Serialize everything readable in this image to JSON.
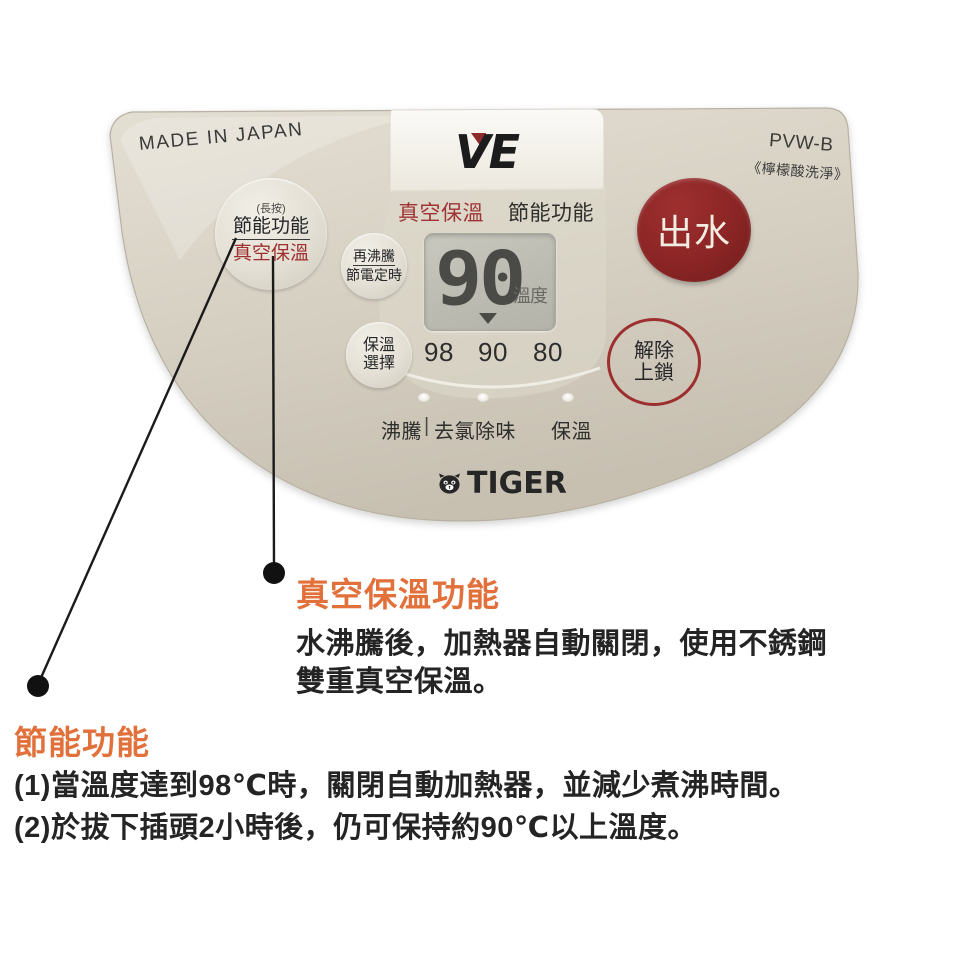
{
  "product_panel": {
    "made_in": "MADE IN JAPAN",
    "model_code": "PVW-B",
    "model_sub": "《檸檬酸洗淨》",
    "brand": {
      "name": "TIGER",
      "mark_icon": "tiger-head-icon"
    },
    "ve_logo": "VE",
    "display_header": {
      "vacuum": "真空保溫",
      "eco": "節能功能"
    },
    "lcd": {
      "value": "90",
      "unit": "溫度",
      "marker_icon": "down-triangle-icon",
      "scale": [
        "98",
        "90",
        "80"
      ]
    },
    "buttons": {
      "eco_vacuum": {
        "hint": "(長按)",
        "line_a": "節能功能",
        "line_b": "真空保溫"
      },
      "reboil": {
        "line_a": "再沸騰",
        "line_b": "節電定時"
      },
      "keepwarm_select": {
        "line_a": "保溫",
        "line_b": "選擇"
      },
      "dispense": {
        "label": "出水"
      },
      "unlock": {
        "line_a": "解除",
        "line_b": "上鎖"
      }
    },
    "mode_labels": {
      "boil": "沸騰",
      "separator": "|",
      "dechlorinate": "去氯除味",
      "keepwarm": "保溫"
    }
  },
  "callouts": [
    {
      "heading": "真空保溫功能",
      "lines": [
        "水沸騰後，加熱器自動關閉，使用不銹鋼",
        "雙重真空保溫。"
      ]
    },
    {
      "heading": "節能功能",
      "lines": [
        "(1)當溫度達到98℃時，關閉自動加熱器，並減少煮沸時間。",
        "(2)於拔下插頭2小時後，仍可保持約90℃以上溫度。"
      ]
    }
  ],
  "colors": {
    "panel_body": "#d5cfc2",
    "accent_orange": "#e2703a",
    "accent_red": "#9e2f2f",
    "text_dark": "#242424",
    "lcd_face": "#bcbbb2"
  }
}
